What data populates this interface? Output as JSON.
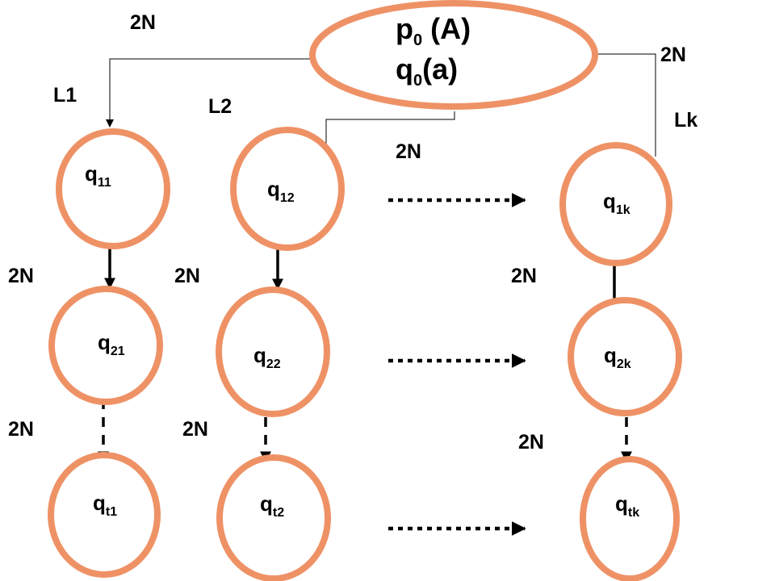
{
  "root": {
    "line1": {
      "main": "p",
      "sub": "0",
      "tail": " (A)"
    },
    "line2": {
      "main": "q",
      "sub": "0",
      "tail": "(a)"
    }
  },
  "nodes": {
    "q11": {
      "main": "q",
      "sub": "11"
    },
    "q12": {
      "main": "q",
      "sub": "12"
    },
    "q1k": {
      "main": "q",
      "sub": "1k"
    },
    "q21": {
      "main": "q",
      "sub": "21"
    },
    "q22": {
      "main": "q",
      "sub": "22"
    },
    "q2k": {
      "main": "q",
      "sub": "2k"
    },
    "qt1": {
      "main": "q",
      "sub": "t1"
    },
    "qt2": {
      "main": "q",
      "sub": "t2"
    },
    "qtk": {
      "main": "q",
      "sub": "tk"
    }
  },
  "edge_labels": {
    "root_left_weight": "2N",
    "root_right_weight": "2N",
    "root_mid_weight": "2N",
    "branch_1": "L1",
    "branch_2": "L2",
    "branch_k": "Lk",
    "col1_upper": "2N",
    "col2_upper": "2N",
    "colk_upper": "2N",
    "col1_lower": "2N",
    "col2_lower": "2N",
    "colk_lower": "2N"
  },
  "colors": {
    "node_ring": "#ee9266",
    "line": "#000000"
  }
}
